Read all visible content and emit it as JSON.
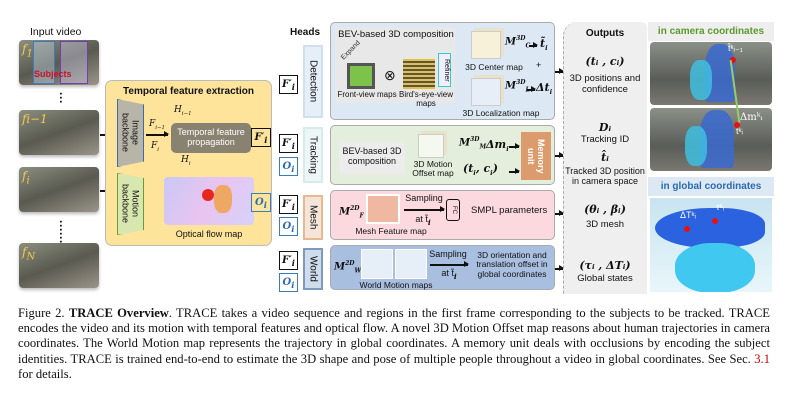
{
  "input": {
    "title": "Input video",
    "frames": [
      "f1",
      "fi−1",
      "fi",
      "fN"
    ],
    "frame_subs": [
      "1",
      "i−1",
      "i",
      "N"
    ],
    "subjects": "Subjects"
  },
  "temporal": {
    "title": "Temporal feature extraction",
    "image_backbone": "Image backbone",
    "motion_backbone": "Motion backbone",
    "propagation": "Temporal feature propagation",
    "h_prev": "H",
    "h_prev_sub": "i−1",
    "h": "H",
    "h_sub": "i",
    "f_prev": "F",
    "f_prev_sub": "i−1",
    "f": "F",
    "f_sub": "i",
    "flow": "Optical flow map"
  },
  "symbols": {
    "F": "F′",
    "O": "O",
    "i": "i"
  },
  "heads": {
    "title": "Heads",
    "detection": "Detection",
    "tracking": "Tracking",
    "mesh": "Mesh",
    "world": "World"
  },
  "detection": {
    "bev": "BEV-based 3D composition",
    "expand": "Expand",
    "refiner": "Refiner",
    "front": "Front-view maps",
    "bird": "Bird's-eye-view maps",
    "center": "3D Center map",
    "local": "3D Localization map",
    "mc": "M",
    "mc_sub": "C",
    "mc_sup": "3D",
    "ml": "M",
    "ml_sub": "L",
    "ml_sup": "3D",
    "t": "t̃",
    "t_sub": "i",
    "plus": "+",
    "dt": "Δt",
    "dt_sub": "i"
  },
  "tracking": {
    "bev": "BEV-based 3D composition",
    "motion": "3D Motion Offset map",
    "mm": "M",
    "mm_sub": "M",
    "mm_sup": "3D",
    "dm": "Δm",
    "dm_sub": "i",
    "tc": "(t",
    "tc2": ", c",
    "memory": "Memory unit"
  },
  "mesh": {
    "mf": "M",
    "mf_sub": "F",
    "mf_sup": "2D",
    "feature": "Mesh Feature map",
    "sampling": "Sampling",
    "at": "at t̃",
    "fc": "FC",
    "smpl": "SMPL parameters"
  },
  "world": {
    "mw": "M",
    "mw_sub": "W",
    "mw_sup": "2D",
    "maps": "World Motion maps",
    "sampling": "Sampling",
    "at": "at t̃",
    "desc": "3D orientation and translation offset in global coordinates"
  },
  "outputs": {
    "title": "Outputs",
    "o1_math": "(tᵢ , cᵢ)",
    "o1": "3D positions and confidence",
    "o2_math": "Dᵢ",
    "o2": "Tracking ID",
    "o3_math": "t̂ᵢ",
    "o3": "Tracked 3D position in camera space",
    "o4_math": "(θᵢ , βᵢ)",
    "o4": "3D mesh",
    "o5_math": "(τᵢ , ΔTᵢ)",
    "o5": "Global states"
  },
  "right": {
    "camera": "in camera coordinates",
    "global": "in global coordinates",
    "cam_label1": "t̂ᵏᵢ₋₁",
    "cam_label2": "Δmᵏᵢ",
    "cam_label3": "t̂ᵏᵢ",
    "glob_label1": "ΔTᵏᵢ",
    "glob_label2": "τᵏᵢ",
    "camera_color": "#5a9a2a",
    "global_color": "#2a6ab0"
  },
  "caption": {
    "fig": "Figure 2. ",
    "bold": "TRACE Overview",
    "text1": ". TRACE takes a video sequence and regions in the first frame corresponding to the subjects to be tracked. TRACE encodes the video and its motion with temporal features and optical flow. A novel 3D Motion Offset map reasons about human trajectories in camera coordinates. The World Motion map represents the trajectory in global coordinates. A memory unit deals with occlusions by encoding the subject identities. TRACE is trained end-to-end to estimate the 3D shape and pose of multiple people throughout a video in global coordinates. See Sec. ",
    "ref": "3.1",
    "text2": " for details."
  }
}
